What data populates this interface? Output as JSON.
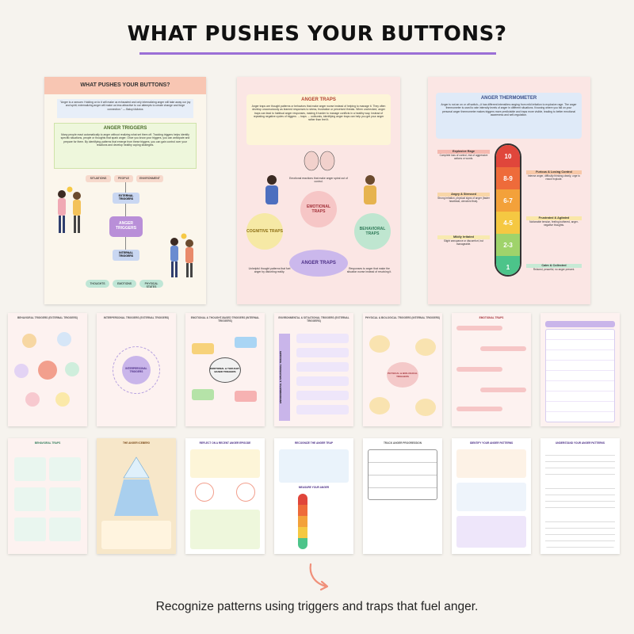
{
  "header": {
    "title": "WHAT PUSHES YOUR BUTTONS?"
  },
  "page1": {
    "title": "WHAT PUSHES YOUR BUTTONS?",
    "quote": "\"Anger is a ransom: Holding on to it will make us exhausted and only internalizing anger will take away our joy and spirit; externalizing anger will make us less attractive to our attempts to create change and forge connection.\" — Baloyi Adiotos",
    "section_title": "ANGER TRIGGERS",
    "body": "Many people react automatically to anger without realizing what set them off. Tracking triggers helps identify specific situations, people or thoughts that spark anger. Once you know your triggers, you can anticipate and prepare for them. By identifying patterns that emerge from these triggers, you can gain control over your reactions and develop healthy coping strategies.",
    "top_labels": [
      "SITUATIONS",
      "PEOPLE",
      "ENVIRONMENT"
    ],
    "external": "EXTERNAL TRIGGERS",
    "center": "ANGER TRIGGERS",
    "internal": "INTERNAL TRIGGERS",
    "bottom_labels": [
      "THOUGHTS",
      "EMOTIONS",
      "PHYSICAL STATES"
    ]
  },
  "page2": {
    "title": "ANGER TRAPS",
    "body": "Anger traps are thought patterns or behaviors that make anger worse instead of helping to manage it. They often develop unconsciously as learned responses to stress, frustration or perceived threats. When unchecked, anger traps can lead to habitual anger responses, making it harder to manage conflicts in a healthy way. Instead of repeating negative cycles of triggers → traps → outbursts, identifying anger traps can help you get your anger rather than feel it.",
    "emotional_note": "Emotional reactions that make anger spiral out of control.",
    "emotional": "EMOTIONAL TRAPS",
    "cognitive": "COGNITIVE TRAPS",
    "behavioral": "BEHAVIORAL TRAPS",
    "center": "ANGER TRAPS",
    "cognitive_note": "Unhelpful thought patterns that fuel anger by distorting reality.",
    "behavioral_note": "Responses to anger that make the situation worse instead of resolving it."
  },
  "page3": {
    "title": "ANGER THERMOMETER",
    "body": "Anger is not an on or off switch—it has different intensities ranging from mild irritation to explosive rage. The anger thermometer is used to rate intensity levels of anger in different situations. Knowing where you fall on your personal anger thermometer makes triggers more predictable and traps more visible, leading to better emotional awareness and self-regulation.",
    "levels": [
      "10",
      "8-9",
      "6-7",
      "4-5",
      "2-3",
      "1"
    ],
    "labels": [
      {
        "t": "Explosive Rage",
        "d": "Complete loss of control, risk of aggressive actions or words."
      },
      {
        "t": "Furious & Losing Control",
        "d": "Intense anger, difficulty thinking clearly, urge to react/ explode."
      },
      {
        "t": "Angry & Stressed",
        "d": "Strong irritation, physical signs of anger (faster heartbeat, clenched fists)."
      },
      {
        "t": "Frustrated & Agitated",
        "d": "Noticeable tension, feeling bothered, anger-negative thoughts."
      },
      {
        "t": "Mildly Irritated",
        "d": "Slight annoyance or discomfort, but manageable."
      },
      {
        "t": "Calm & Collected",
        "d": "Relaxed, peaceful, no anger present."
      }
    ]
  },
  "row2": [
    {
      "title": "BEHAVIORAL TRIGGERS (EXTERNAL TRIGGERS)"
    },
    {
      "title": "INTERPERSONAL TRIGGERS (EXTERNAL TRIGGERS)",
      "center": "INTERPERSONAL TRIGGERS"
    },
    {
      "title": "EMOTIONAL & THOUGHT-BASED TRIGGERS (INTERNAL TRIGGERS)",
      "center": "EMOTIONAL & THOUGHT-BASED TRIGGERS"
    },
    {
      "title": "ENVIRONMENTAL & SITUATIONAL TRIGGERS (EXTERNAL TRIGGERS)",
      "side": "ENVIRONMENTAL & SITUATIONAL TRIGGERS"
    },
    {
      "title": "PHYSICAL & BIOLOGICAL TRIGGERS (INTERNAL TRIGGERS)",
      "center": "PHYSICAL & BIOLOGICAL TRIGGERS"
    },
    {
      "title": "EMOTIONAL TRAPS"
    },
    {
      "title": "COGNITIVE TRAPS"
    }
  ],
  "row3": [
    {
      "title": "BEHAVIORAL TRAPS"
    },
    {
      "title": "THE ANGER ICEBERG"
    },
    {
      "title": "REFLECT ON A RECENT ANGER EPISODE"
    },
    {
      "title": "RECOGNIZE THE ANGER TRAP",
      "sub": "MEASURE YOUR ANGER"
    },
    {
      "title": "TRACK ANGER PROGRESSION"
    },
    {
      "title": "IDENTIFY YOUR ANGER PATTERNS"
    },
    {
      "title": "UNDERSTAND YOUR ANGER PATTERNS"
    }
  ],
  "caption": "Recognize patterns using triggers and traps that fuel anger.",
  "colors": {
    "accent_purple": "#9b6fd6",
    "arrow": "#f0907a",
    "thermo": [
      "#e0463b",
      "#ee6b3a",
      "#f3a13a",
      "#f5c842",
      "#9fd36b",
      "#4cc48a"
    ]
  }
}
